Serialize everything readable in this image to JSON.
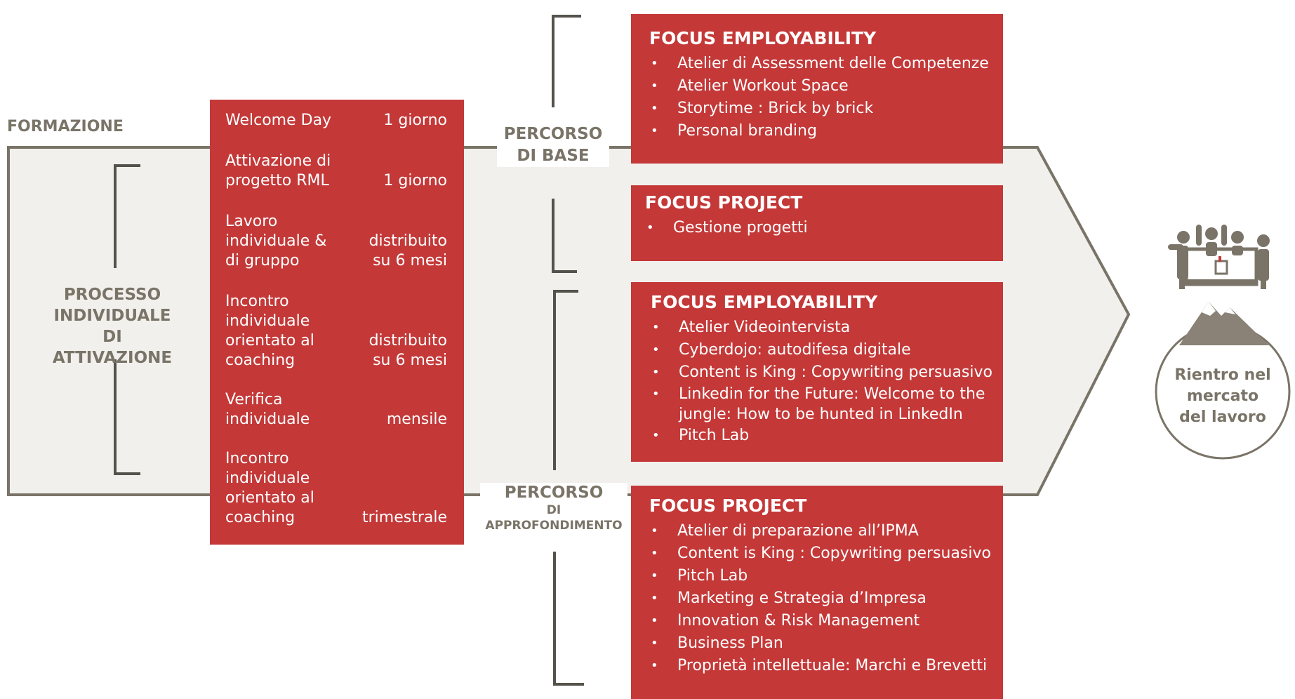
{
  "colors": {
    "red": "#c43838",
    "gray": "#7a7468",
    "panel": "#f1f0ec"
  },
  "labels": {
    "formazione": "FORMAZIONE",
    "processo": [
      "PROCESSO",
      "INDIVIDUALE",
      "DI ATTIVAZIONE"
    ],
    "percorso_base": [
      "PERCORSO",
      "DI BASE"
    ],
    "percorso_approfondimento": [
      "PERCORSO",
      "DI",
      "APPROFONDIMENTO"
    ],
    "rientro": [
      "Rientro nel",
      "mercato",
      "del lavoro"
    ]
  },
  "activation": [
    {
      "label": "Welcome Day",
      "value": "1 giorno"
    },
    {
      "label": "Attivazione di progetto RML",
      "value": "1 giorno"
    },
    {
      "label": "Lavoro individuale & di gruppo",
      "value": "distribuito\nsu 6 mesi"
    },
    {
      "label": "Incontro individuale orientato al coaching",
      "value": "distribuito\nsu 6 mesi"
    },
    {
      "label": "Verifica individuale",
      "value": "mensile"
    },
    {
      "label": "Incontro individuale orientato al coaching",
      "value": "trimestrale"
    }
  ],
  "boxes": [
    {
      "title": "FOCUS EMPLOYABILITY",
      "items": [
        "Atelier di Assessment delle Competenze",
        "Atelier Workout Space",
        "Storytime : Brick by brick",
        "Personal branding"
      ]
    },
    {
      "title": "FOCUS PROJECT",
      "items": [
        "Gestione progetti"
      ]
    },
    {
      "title": "FOCUS EMPLOYABILITY",
      "items": [
        "Atelier Videointervista",
        "Cyberdojo: autodifesa digitale",
        "Content is King : Copywriting persuasivo",
        "Linkedin for the Future: Welcome to the jungle: How to be hunted in LinkedIn",
        "Pitch Lab"
      ]
    },
    {
      "title": "FOCUS PROJECT",
      "items": [
        "Atelier di preparazione all’IPMA",
        "Content is King : Copywriting persuasivo",
        "Pitch Lab",
        "Marketing e Strategia d’Impresa",
        "Innovation & Risk Management",
        "Business Plan",
        "Proprietà intellettuale: Marchi e Brevetti"
      ]
    }
  ],
  "bullet_char": "•",
  "icons": {
    "people": "people-around-table-icon",
    "mountain": "mountain-icon"
  }
}
